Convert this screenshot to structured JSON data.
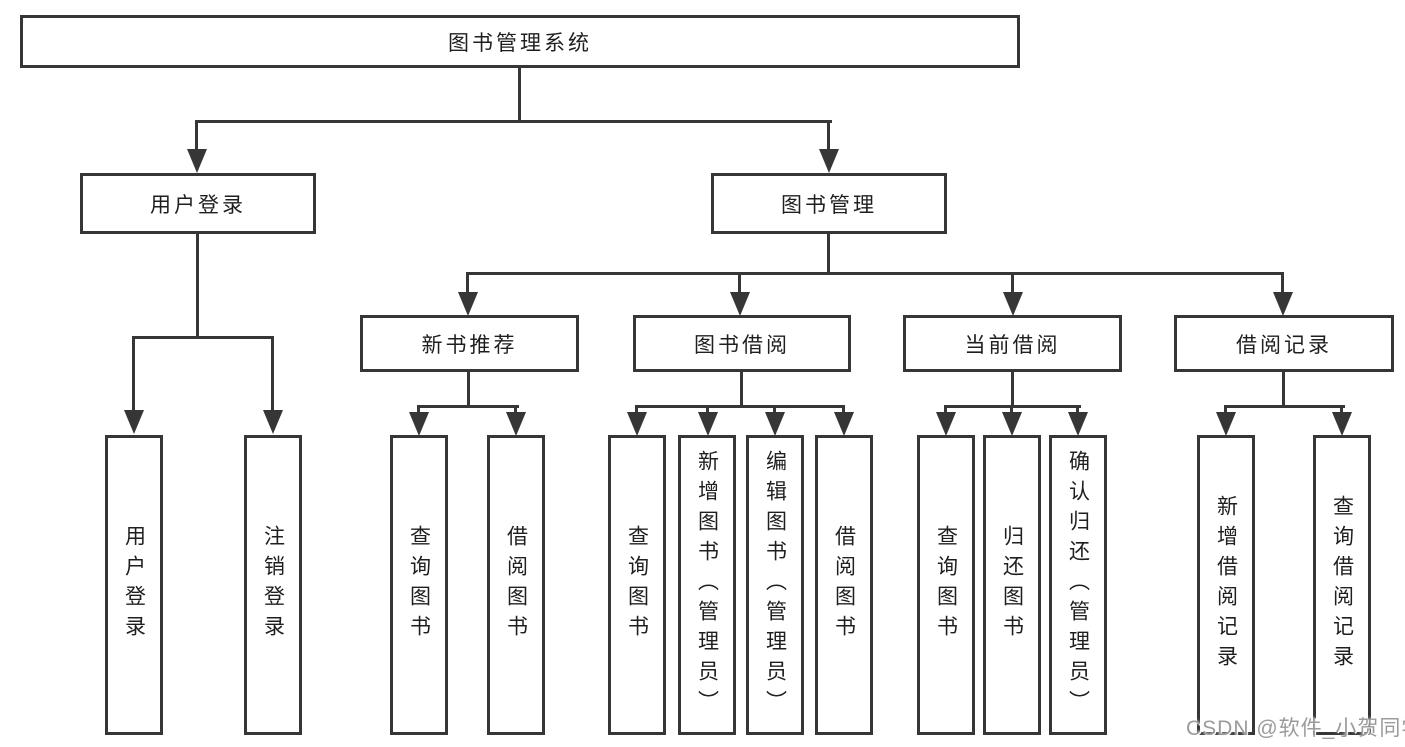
{
  "diagram": {
    "root": "图书管理系统",
    "level2": {
      "left": "用户登录",
      "right": "图书管理"
    },
    "level3": [
      "新书推荐",
      "图书借阅",
      "当前借阅",
      "借阅记录"
    ],
    "leaves": {
      "login": [
        "用户登录",
        "注销登录"
      ],
      "recommend": [
        "查询图书",
        "借阅图书"
      ],
      "borrow": [
        "查询图书",
        "新增图书（管理员）",
        "编辑图书（管理员）",
        "借阅图书"
      ],
      "current": [
        "查询图书",
        "归还图书",
        "确认归还（管理员）"
      ],
      "records": [
        "新增借阅记录",
        "查询借阅记录"
      ]
    }
  },
  "watermark": "CSDN @软件_小贺同学",
  "colors": {
    "line": "#363636",
    "text": "#1f1f1f",
    "watermark": "#9b9b9b",
    "background": "#ffffff"
  }
}
